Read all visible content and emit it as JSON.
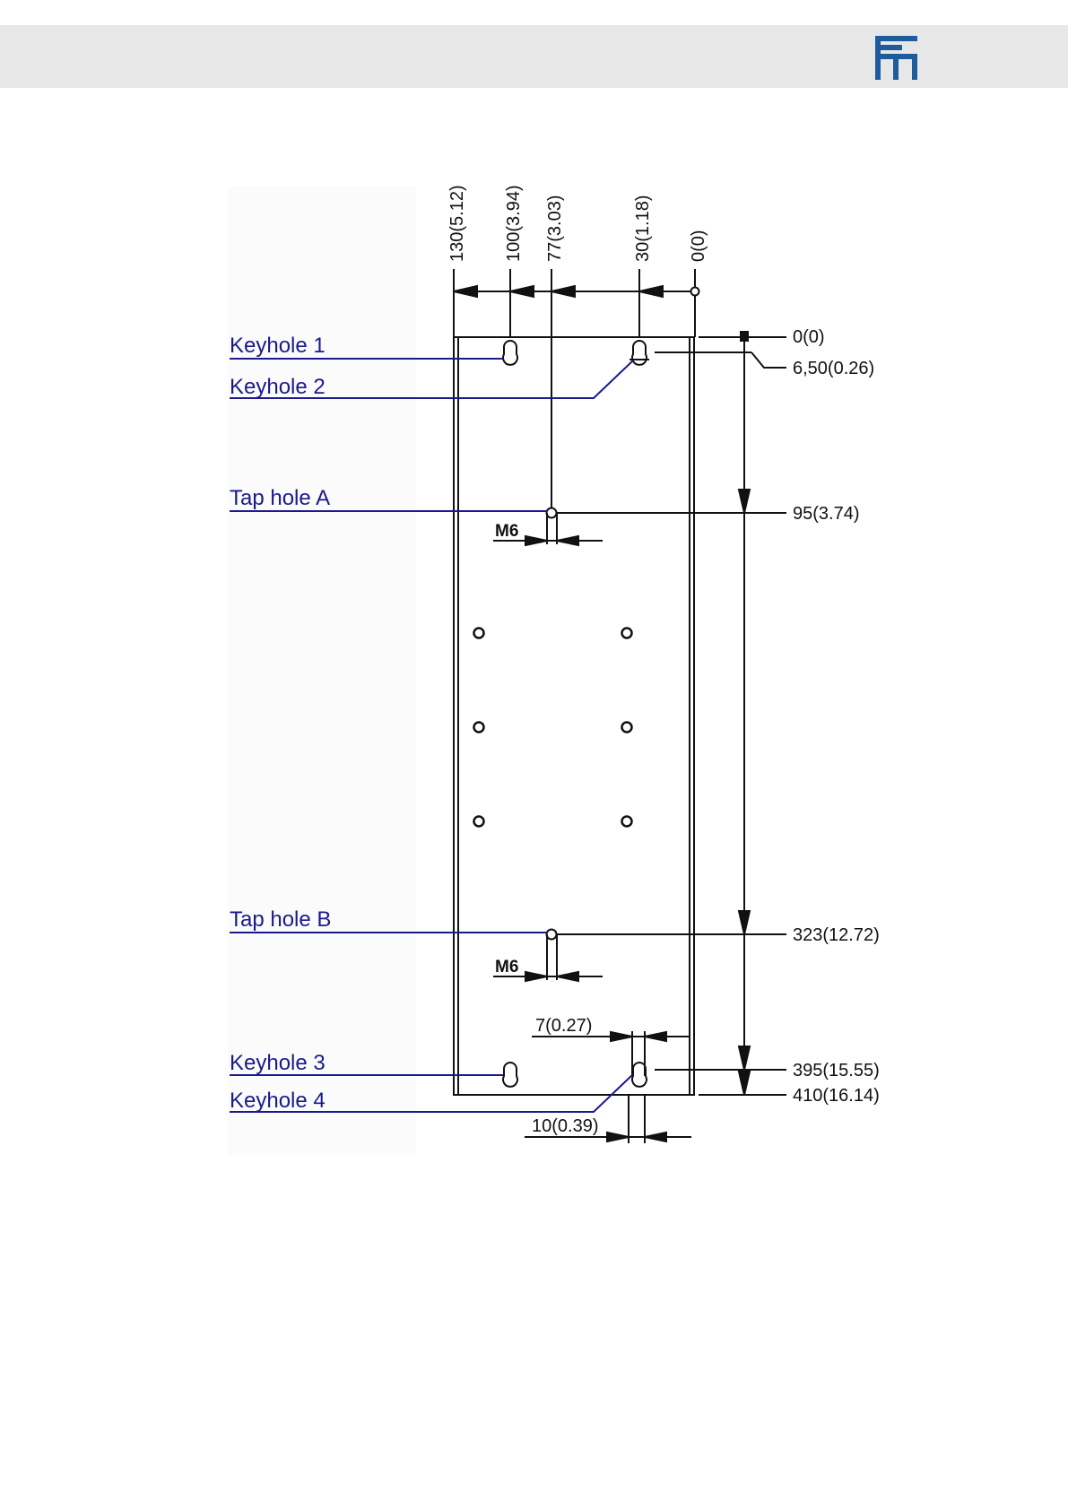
{
  "header": {
    "brand_color": "#1f5c9c",
    "logo_icon": "company-logo-icon"
  },
  "diagram": {
    "top_dimensions": [
      "130(5.12)",
      "100(3.94)",
      "77(3.03)",
      "30(1.18)",
      "0(0)"
    ],
    "right_dimensions": [
      "0(0)",
      "6,50(0.26)",
      "95(3.74)",
      "323(12.72)",
      "395(15.55)",
      "410(16.14)"
    ],
    "callouts": {
      "keyhole_1": "Keyhole 1",
      "keyhole_2": "Keyhole 2",
      "tap_hole_a": "Tap hole A",
      "tap_hole_b": "Tap hole B",
      "keyhole_3": "Keyhole 3",
      "keyhole_4": "Keyhole 4"
    },
    "thread_labels": [
      "M6",
      "M6"
    ],
    "bottom_dimensions": [
      "7(0.27)",
      "10(0.39)"
    ],
    "line_color": "#111111",
    "callout_color": "#1a1a8c"
  }
}
